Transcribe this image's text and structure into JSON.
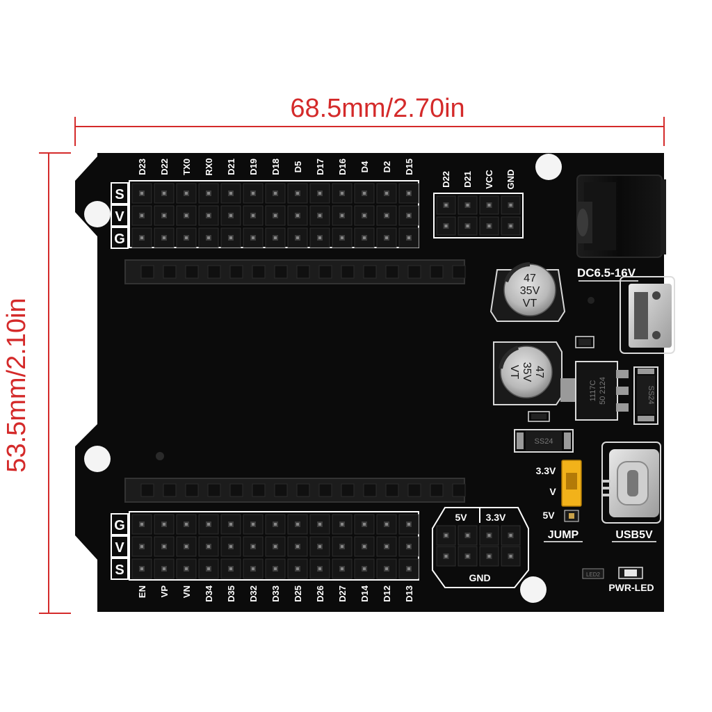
{
  "dimensions": {
    "width_label": "68.5mm/2.70in",
    "height_label": "53.5mm/2.10in",
    "line_color": "#d42a2a"
  },
  "board": {
    "pcb_color": "#0b0b0b",
    "silk_color": "#ffffff",
    "top_header": {
      "pins": [
        "D23",
        "D22",
        "TX0",
        "RX0",
        "D21",
        "D19",
        "D18",
        "D5",
        "D17",
        "D16",
        "D4",
        "D2",
        "D15"
      ],
      "row_labels": [
        "S",
        "V",
        "G"
      ]
    },
    "i2c_header": {
      "pins": [
        "D22",
        "D21",
        "VCC",
        "GND"
      ]
    },
    "bottom_header": {
      "pins": [
        "EN",
        "VP",
        "VN",
        "D34",
        "D35",
        "D32",
        "D33",
        "D25",
        "D26",
        "D27",
        "D14",
        "D12",
        "D13"
      ],
      "row_labels": [
        "G",
        "V",
        "S"
      ]
    },
    "power_header": {
      "labels": [
        "5V",
        "3.3V"
      ],
      "gnd_label": "GND"
    },
    "dc_jack": {
      "label": "DC6.5-16V"
    },
    "capacitors": [
      {
        "lines": [
          "47",
          "35V",
          "VT"
        ]
      },
      {
        "lines": [
          "47",
          "35V",
          "VT"
        ]
      }
    ],
    "regulator": {
      "lines": [
        "1117C",
        "50 2124"
      ]
    },
    "diodes": [
      "SS24",
      "SS24"
    ],
    "jumper": {
      "label": "JUMP",
      "options": [
        "3.3V",
        "V",
        "5V"
      ]
    },
    "usb_c": {
      "label": "USB5V"
    },
    "pwr_led": {
      "label": "PWR-LED",
      "designator": "LED2"
    }
  }
}
